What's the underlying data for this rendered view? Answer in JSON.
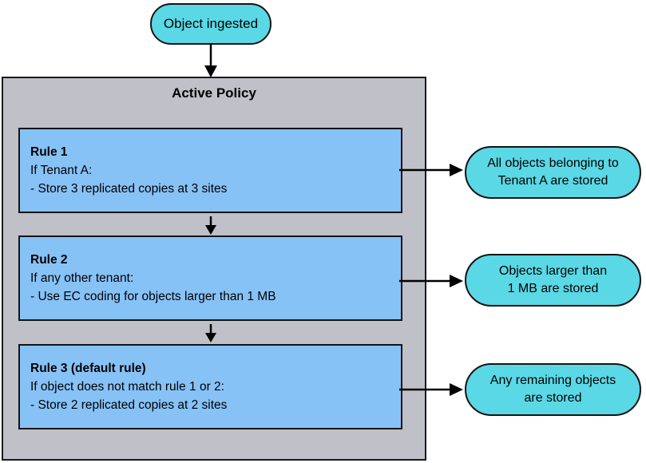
{
  "diagram": {
    "start_node": {
      "label": "Object ingested"
    },
    "container": {
      "title": "Active Policy"
    },
    "rules": [
      {
        "title": "Rule 1",
        "condition": "If Tenant A:",
        "action": "- Store 3 replicated copies at 3 sites",
        "outcome": "All objects belonging to\nTenant A are stored"
      },
      {
        "title": "Rule 2",
        "condition": "If any other tenant:",
        "action": "- Use EC coding for objects larger than 1 MB",
        "outcome": "Objects larger than\n1 MB are stored"
      },
      {
        "title": "Rule 3 (default rule)",
        "condition": "If object does not match rule 1 or 2:",
        "action": "- Store 2 replicated copies at 2 sites",
        "outcome": "Any remaining objects\nare stored"
      }
    ],
    "colors": {
      "node_cyan": "#5ad8e5",
      "rule_blue": "#87c2f7",
      "container_gray": "#bfc0c8",
      "line_black": "#000000"
    }
  }
}
